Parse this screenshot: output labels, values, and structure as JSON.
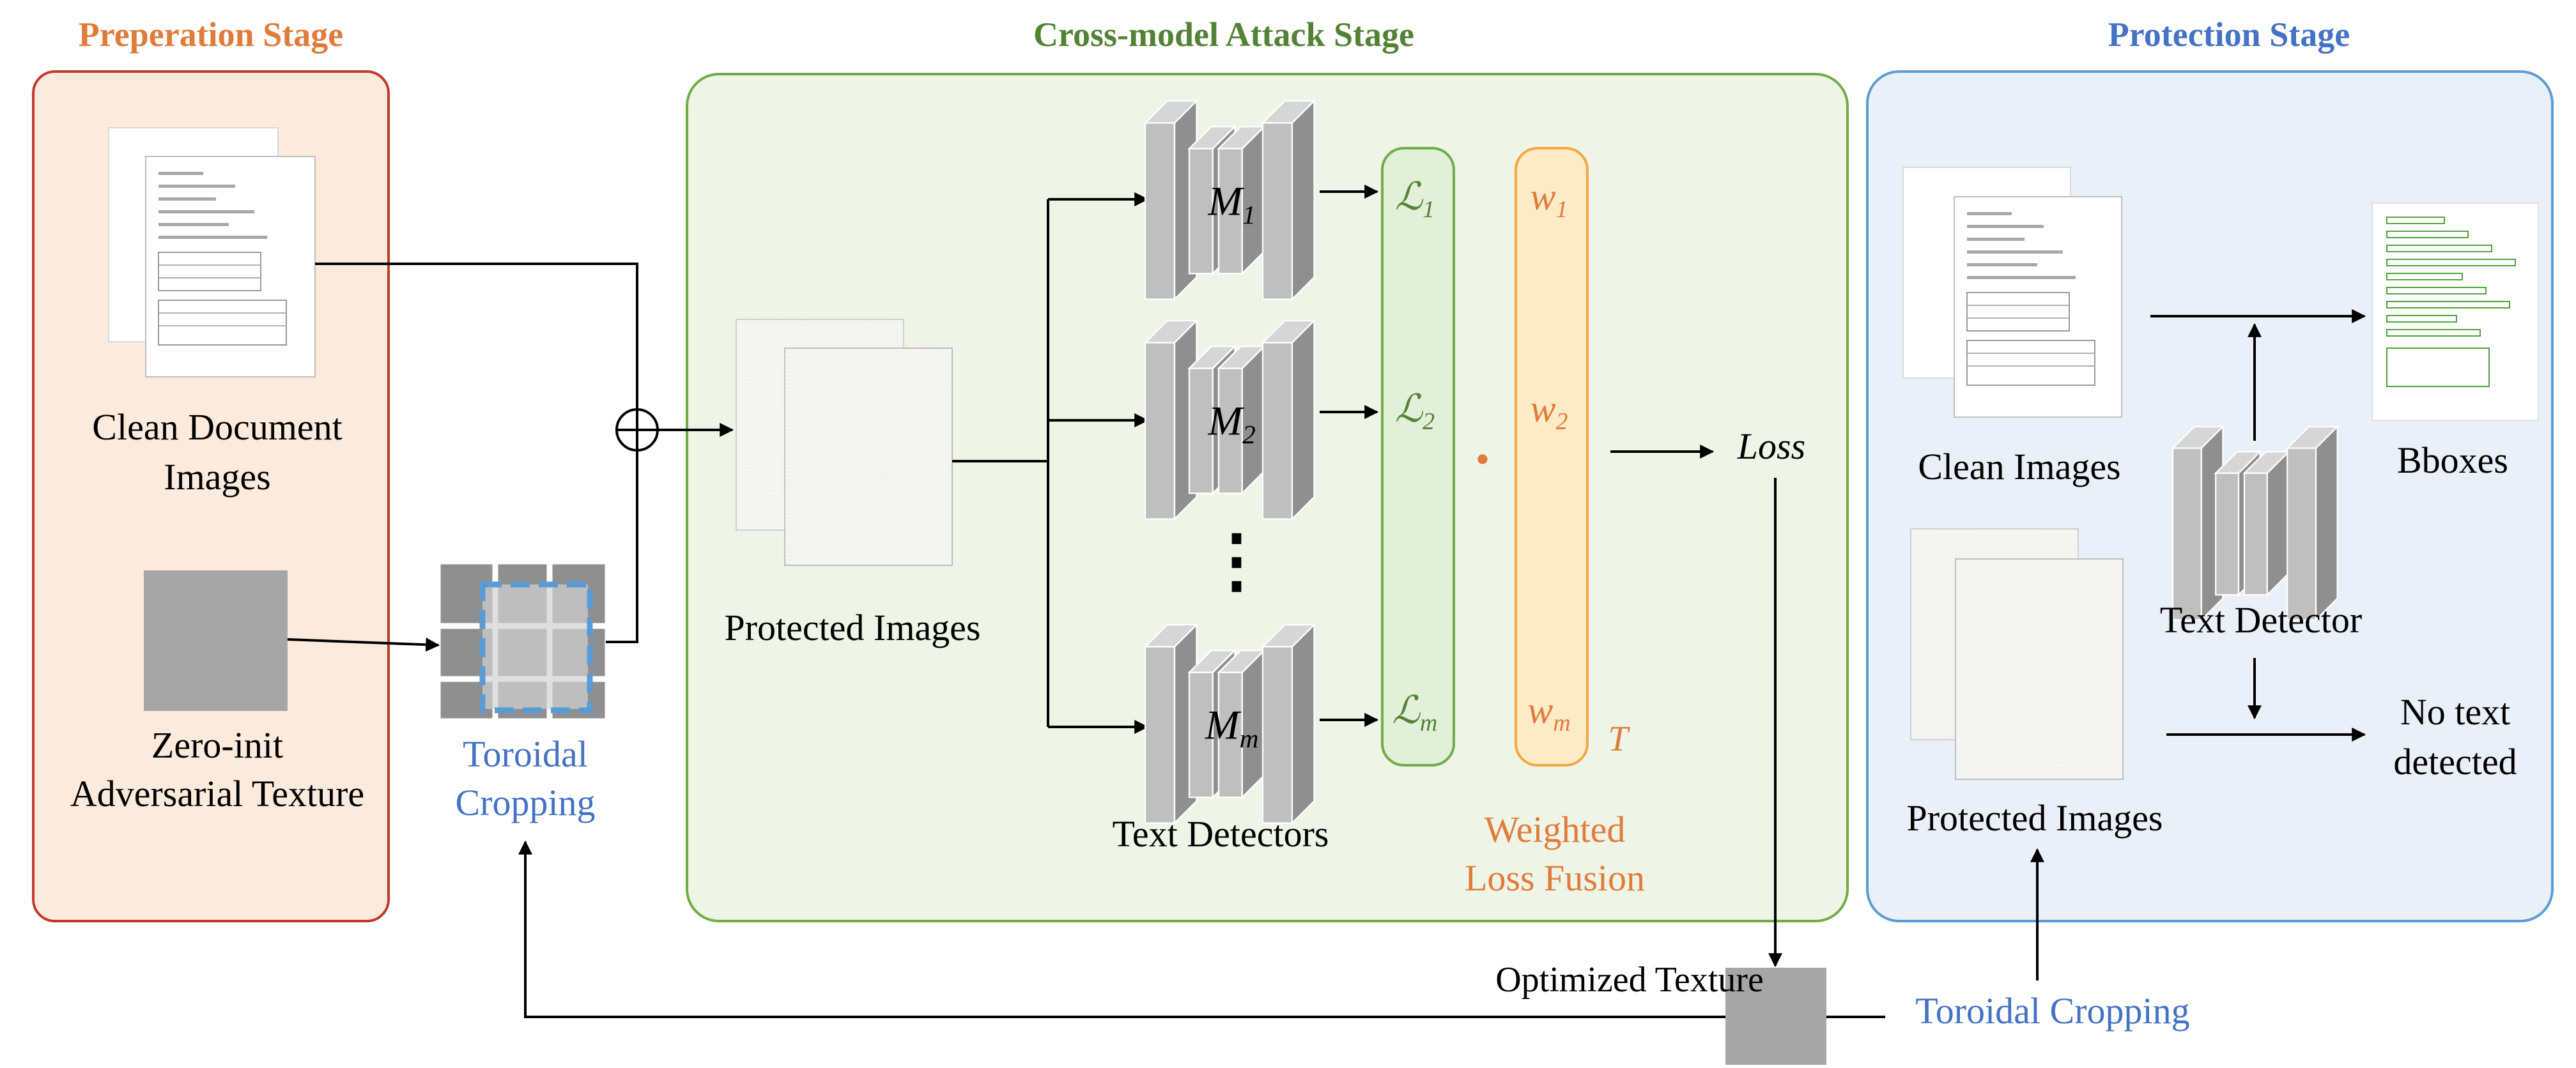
{
  "prep_stage": {
    "title": "Preperation Stage",
    "clean_docs_label": [
      "Clean Document",
      "Images"
    ],
    "texture_label": [
      "Zero-init",
      "Adversarial Texture"
    ]
  },
  "toroidal_crop": {
    "label": [
      "Toroidal",
      "Cropping"
    ]
  },
  "attack_stage": {
    "title": "Cross-model Attack Stage",
    "protected_images_label": "Protected Images",
    "models": [
      {
        "base": "M",
        "sub": "1"
      },
      {
        "base": "M",
        "sub": "2"
      },
      {
        "base": "M",
        "sub": "m"
      }
    ],
    "ellipsis": "⋮",
    "detectors_label": "Text Detectors",
    "losses": [
      {
        "base": "ℒ",
        "sub": "1"
      },
      {
        "base": "ℒ",
        "sub": "2"
      },
      {
        "base": "ℒ",
        "sub": "m"
      }
    ],
    "weights": [
      {
        "base": "w",
        "sub": "1"
      },
      {
        "base": "w",
        "sub": "2"
      },
      {
        "base": "w",
        "sub": "m"
      }
    ],
    "dot_op": "•",
    "transpose": "T",
    "fusion_label": [
      "Weighted",
      "Loss Fusion"
    ],
    "loss_label": "Loss"
  },
  "protection_stage": {
    "title": "Protection Stage",
    "clean_images_label": "Clean Images",
    "protected_images_label": "Protected Images",
    "text_detector_label": "Text Detector",
    "bboxes_label": "Bboxes",
    "no_text_label": [
      "No text",
      "detected"
    ],
    "toroidal_label": "Toroidal Cropping"
  },
  "optimized_texture_label": "Optimized Texture",
  "colors": {
    "prep_fill": "#fcebdd",
    "prep_border": "#c0392b",
    "prep_title": "#e07b39",
    "attack_fill": "#eef4e6",
    "attack_border": "#70ad47",
    "attack_title": "#548235",
    "protect_fill": "#eaf0f8",
    "protect_border": "#5b9bd5",
    "protect_title": "#4472c4",
    "loss_color": "#548235",
    "weight_color": "#e07b39",
    "texture_gray": "#a6a6a6",
    "crop_dash": "#5b9bd5",
    "bbox_green": "#4ea33a"
  }
}
